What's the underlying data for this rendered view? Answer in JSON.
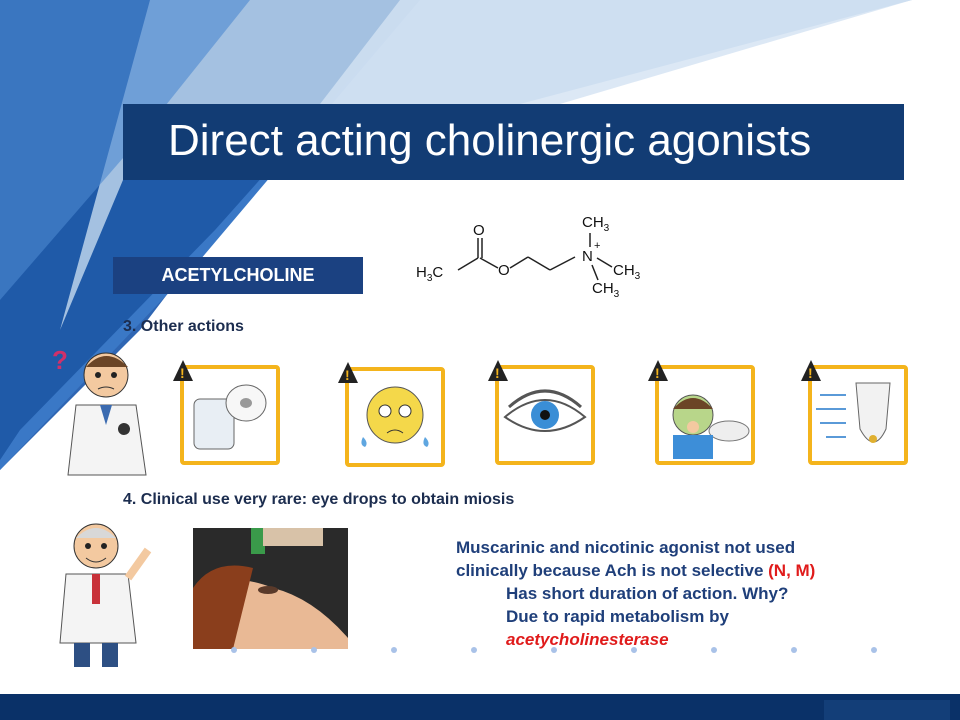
{
  "slide": {
    "title": "Direct acting cholinergic agonists",
    "drug_label": "ACETYLCHOLINE",
    "section3": "3. Other actions",
    "section4": "4. Clinical use very rare: eye drops to obtain miosis",
    "para_line1": "Muscarinic and nicotinic agonist not used",
    "para_line2": "clinically because Ach is not selective ",
    "para_line2_red": "(N, M)",
    "para_line3": "Has short duration of action. Why?",
    "para_line4": "Due to rapid metabolism by",
    "para_line5": "acetycholinesterase"
  },
  "structure": {
    "o": "O",
    "h3c_h": "H",
    "h3c_3": "3",
    "h3c_c": "C",
    "o_ester": "O",
    "n": "N",
    "plus": "+",
    "ch3_top": "CH",
    "ch3_top_3": "3",
    "ch3_right": "CH",
    "ch3_right_3": "3",
    "ch3_bottom": "CH",
    "ch3_bottom_3": "3"
  },
  "icons": [
    "toilet-paper-icon",
    "crying-face-icon",
    "eye-icon",
    "nausea-icon",
    "urinal-icon"
  ],
  "colors": {
    "title_bg": "#123c74",
    "accent_red": "#e01b1b",
    "warning_yellow": "#f4b41c"
  }
}
